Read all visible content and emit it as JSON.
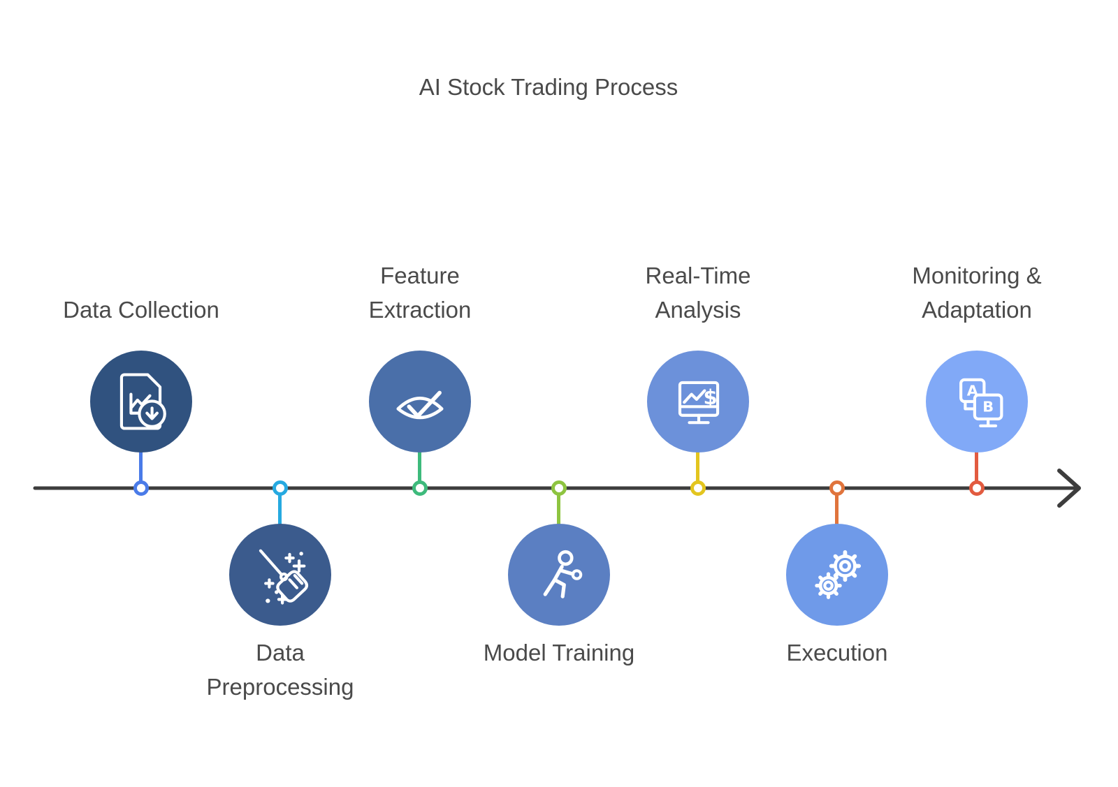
{
  "title": "AI Stock Trading Process",
  "colors": {
    "background": "#FFFFFF",
    "text": "#4A4A4A",
    "timeline": "#3D3D3D",
    "icon_stroke": "#FFFFFF"
  },
  "timeline": {
    "direction": "left-to-right",
    "arrowhead": "chevron-right"
  },
  "stages": [
    {
      "label": "Data Collection",
      "lines": [
        "Data Collection"
      ],
      "side": "above",
      "icon": "document-chart-download-icon",
      "circle_color": "#30527F",
      "connector_color": "#4A7BE8"
    },
    {
      "label": "Data Preprocessing",
      "lines": [
        "Data",
        "Preprocessing"
      ],
      "side": "below",
      "icon": "broom-clean-icon",
      "circle_color": "#3B5B8D",
      "connector_color": "#26A9E0"
    },
    {
      "label": "Feature Extraction",
      "lines": [
        "Feature",
        "Extraction"
      ],
      "side": "above",
      "icon": "eye-check-icon",
      "circle_color": "#4A6FA9",
      "connector_color": "#3EBA7C"
    },
    {
      "label": "Model Training",
      "lines": [
        "Model Training"
      ],
      "side": "below",
      "icon": "person-training-icon",
      "circle_color": "#5B7FC2",
      "connector_color": "#8EC440"
    },
    {
      "label": "Real-Time Analysis",
      "lines": [
        "Real-Time",
        "Analysis"
      ],
      "side": "above",
      "icon": "monitor-chart-dollar-icon",
      "circle_color": "#6C91DA",
      "connector_color": "#E3C51F"
    },
    {
      "label": "Execution",
      "lines": [
        "Execution"
      ],
      "side": "below",
      "icon": "gears-icon",
      "circle_color": "#6F9AE9",
      "connector_color": "#E0743C"
    },
    {
      "label": "Monitoring & Adaptation",
      "lines": [
        "Monitoring &",
        "Adaptation"
      ],
      "side": "above",
      "icon": "ab-test-monitors-icon",
      "circle_color": "#81A9F7",
      "connector_color": "#E25B40"
    }
  ]
}
